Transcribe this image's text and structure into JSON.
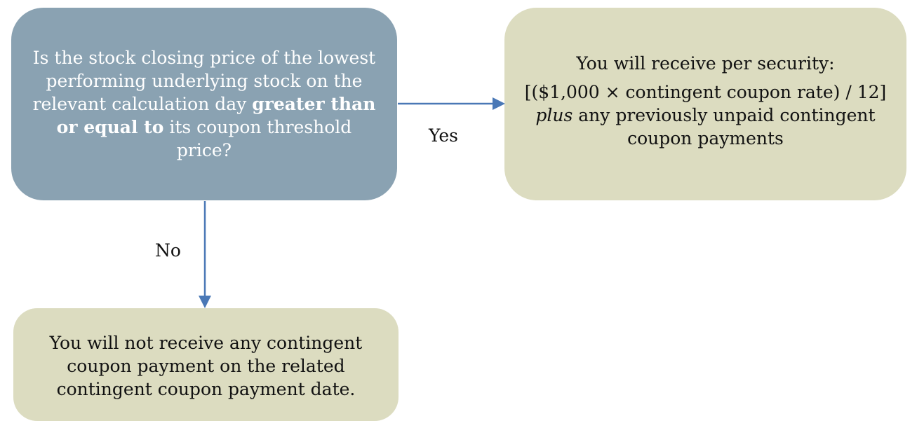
{
  "decision": {
    "line1": "Is the stock closing price of the lowest",
    "line2": "performing underlying stock on the",
    "line3_a": "relevant calculation day ",
    "line3_b": "greater than",
    "line4_a": "or equal to",
    "line4_b": " its coupon threshold",
    "line5": "price?"
  },
  "yes_branch": {
    "label": "Yes",
    "line1": "You will receive per security:",
    "line2": "[($1,000 × contingent coupon rate) / 12]",
    "line3_a": "plus",
    "line3_b": " any previously unpaid contingent",
    "line4": "coupon payments"
  },
  "no_branch": {
    "label": "No",
    "line1": "You will not receive any contingent",
    "line2": "coupon payment on the related",
    "line3": "contingent coupon payment date."
  },
  "colors": {
    "decision_fill": "#8aa2b2",
    "outcome_fill": "#dcdcc0",
    "arrow": "#4a78b6"
  }
}
